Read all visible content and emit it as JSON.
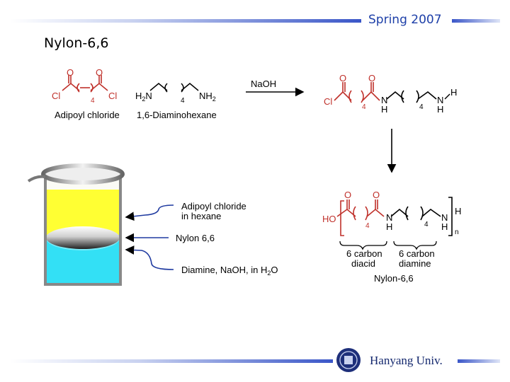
{
  "header": {
    "semester": "Spring 2007"
  },
  "slide": {
    "title": "Nylon-6,6"
  },
  "reactants": {
    "acid_chloride_name": "Adipoyl chloride",
    "diamine_name": "1,6-Diaminohexane",
    "reagent": "NaOH",
    "atom_O": "O",
    "atom_Cl": "Cl",
    "atom_N": "N",
    "atom_H": "H",
    "atom_HO": "HO",
    "sub_4": "4",
    "sub_2": "2",
    "sub_n": "n"
  },
  "beaker": {
    "label_top": "Adipoyl chloride",
    "label_top_2": "in hexane",
    "label_middle": "Nylon 6,6",
    "label_bottom": "Diamine, NaOH, in H",
    "label_bottom_sub": "2",
    "label_bottom_end": "O"
  },
  "product": {
    "diacid_line1": "6 carbon",
    "diacid_line2": "diacid",
    "diamine_line1": "6 carbon",
    "diamine_line2": "diamine",
    "name": "Nylon-6,6"
  },
  "footer": {
    "university": "Hanyang Univ."
  },
  "colors": {
    "accent_blue": "#1d3fa8",
    "red_atoms": "#c0312b",
    "organic_layer": "#ffff33",
    "water_layer": "#33e0f5",
    "arrow_blue": "#1f3aa0"
  }
}
